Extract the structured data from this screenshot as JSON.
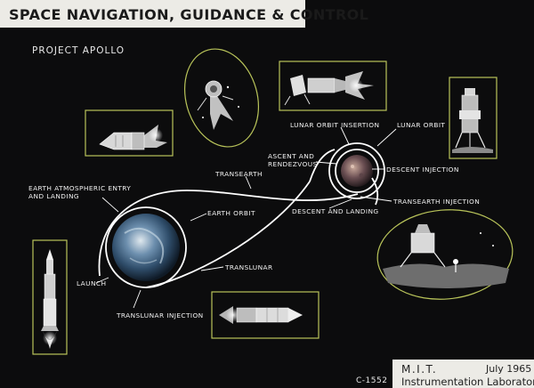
{
  "header": {
    "title": "SPACE NAVIGATION, GUIDANCE & CONTROL",
    "subtitle": "PROJECT APOLLO"
  },
  "labels": {
    "lunar_orbit_insertion": "LUNAR ORBIT INSERTION",
    "lunar_orbit": "LUNAR ORBIT",
    "ascent_line1": "ASCENT AND",
    "ascent_line2": "RENDEZVOUS",
    "descent_injection": "DESCENT INJECTION",
    "transearth": "TRANSEARTH",
    "transearth_injection": "TRANSEARTH INJECTION",
    "descent_and_landing": "DESCENT AND LANDING",
    "earth_entry_line1": "EARTH ATMOSPHERIC ENTRY",
    "earth_entry_line2": "AND LANDING",
    "earth_orbit": "EARTH ORBIT",
    "translunar": "TRANSLUNAR",
    "launch": "LAUNCH",
    "translunar_injection": "TRANSLUNAR INJECTION"
  },
  "footer": {
    "institution": "M.I.T.",
    "date": "July 1965",
    "laboratory": "Instrumentation Laboratory",
    "catalog_number": "C-1552"
  },
  "colors": {
    "background": "#0c0c0d",
    "banner": "#ecebe6",
    "frame_green": "#b9c45a",
    "trajectory": "#ffffff"
  }
}
